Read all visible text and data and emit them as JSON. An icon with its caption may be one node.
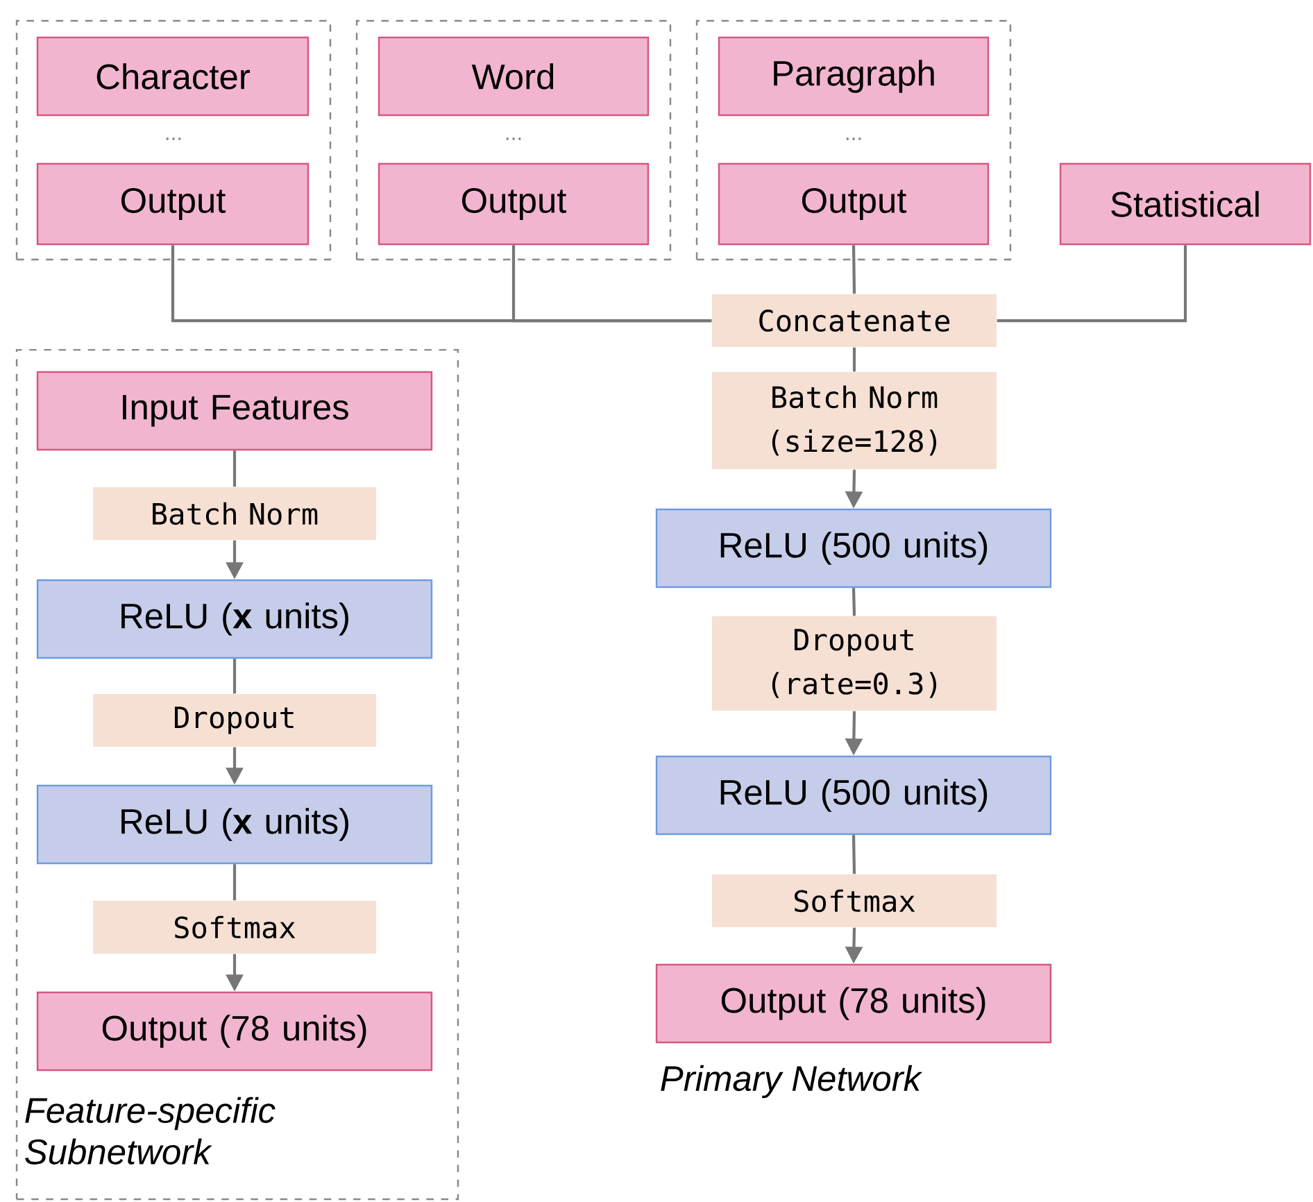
{
  "diagram": {
    "nodes": [
      {
        "text": [],
        "shape": "box"
      },
      {
        "text": [
          "Character"
        ],
        "in": 0
      },
      {
        "text": [
          "Output"
        ],
        "in": 0
      },
      {
        "text": [],
        "shape": "box"
      },
      {
        "text": [
          "Word"
        ],
        "in": 3
      },
      {
        "text": [
          "Output"
        ],
        "in": 3
      },
      {
        "text": [],
        "shape": "box"
      },
      {
        "text": [
          "Paragraph"
        ],
        "in": 6
      },
      {
        "text": [
          "Output"
        ],
        "in": 6
      },
      {
        "text": [
          "Statistical"
        ]
      },
      {
        "text": [
          "Concatenate"
        ]
      },
      {
        "text": [
          "Feature-specific Subnetwork"
        ]
      },
      {
        "text": [
          "Input Features"
        ],
        "in": 11
      },
      {
        "text": [
          "Batch Norm"
        ],
        "in": 11
      },
      {
        "text": [
          "ReLU (**x** units)"
        ],
        "in": 11
      },
      {
        "text": [
          "Dropout"
        ],
        "in": 11
      },
      {
        "text": [
          "ReLU (**x** units)"
        ],
        "in": 11
      },
      {
        "text": [
          "Softmax"
        ],
        "in": 11
      },
      {
        "text": [
          "Output (78 units)"
        ],
        "in": 11
      },
      {
        "text": [
          "Batch Norm (size=128)"
        ]
      },
      {
        "text": [
          "ReLU (500 units)"
        ]
      },
      {
        "text": [
          "Dropout (rate=0.3)"
        ]
      },
      {
        "text": [
          "ReLU (500 units)"
        ]
      },
      {
        "text": [
          "Softmax"
        ]
      },
      {
        "text": [
          "Output (78 units)"
        ],
        "beside": [
          "Primary Network"
        ]
      }
    ],
    "edges": [
      {
        "from": 2,
        "to": 10,
        "arrow": "none"
      },
      {
        "from": 5,
        "to": 10,
        "arrow": "none"
      },
      {
        "from": 8,
        "to": 10,
        "arrow": "none"
      },
      {
        "from": 9,
        "to": 10,
        "arrow": "none"
      },
      {
        "from": 10,
        "to": 19,
        "arrow": "none"
      },
      {
        "from": 19,
        "to": 20,
        "arrow": "to"
      },
      {
        "from": 20,
        "to": 21,
        "arrow": "none"
      },
      {
        "from": 21,
        "to": 22,
        "arrow": "to"
      },
      {
        "from": 22,
        "to": 23,
        "arrow": "none"
      },
      {
        "from": 23,
        "to": 24,
        "arrow": "to"
      },
      {
        "from": 12,
        "to": 13,
        "arrow": "none"
      },
      {
        "from": 13,
        "to": 14,
        "arrow": "to"
      },
      {
        "from": 14,
        "to": 15,
        "arrow": "none"
      },
      {
        "from": 15,
        "to": 16,
        "arrow": "to"
      },
      {
        "from": 16,
        "to": 17,
        "arrow": "none"
      },
      {
        "from": 17,
        "to": 18,
        "arrow": "to"
      }
    ],
    "labels": [
      "...",
      "...",
      "..."
    ]
  }
}
